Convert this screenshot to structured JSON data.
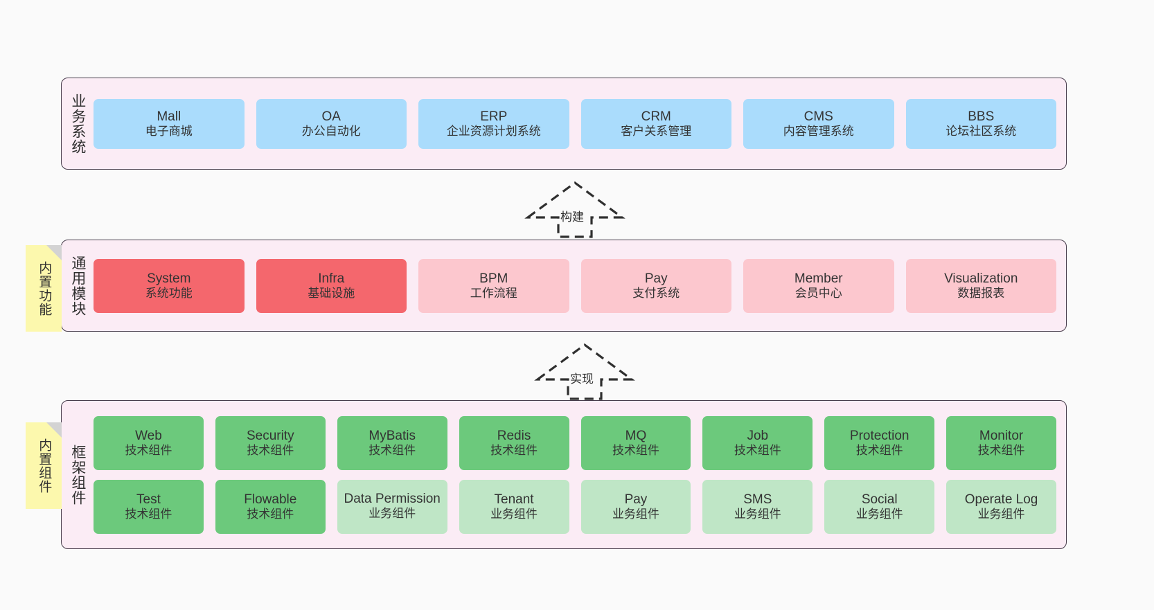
{
  "diagram": {
    "background": "#fafafa",
    "layer_bg": "#fbecf5",
    "layer_border": "#463b4a",
    "note_bg": "#fcf8ad",
    "colors": {
      "business_system": "#aadcfc",
      "core_module": "#f4676d",
      "optional_module": "#fcc7ce",
      "tech_component": "#6cc97c",
      "business_component": "#bfe6c6"
    }
  },
  "layers": {
    "business": {
      "title": "业务系统",
      "cards": [
        {
          "name": "Mall",
          "desc": "电子商城"
        },
        {
          "name": "OA",
          "desc": "办公自动化"
        },
        {
          "name": "ERP",
          "desc": "企业资源计划系统"
        },
        {
          "name": "CRM",
          "desc": "客户关系管理"
        },
        {
          "name": "CMS",
          "desc": "内容管理系统"
        },
        {
          "name": "BBS",
          "desc": "论坛社区系统"
        }
      ]
    },
    "common": {
      "title": "通用模块",
      "note": "内置功能",
      "cards": [
        {
          "name": "System",
          "desc": "系统功能"
        },
        {
          "name": "Infra",
          "desc": "基础设施"
        },
        {
          "name": "BPM",
          "desc": "工作流程"
        },
        {
          "name": "Pay",
          "desc": "支付系统"
        },
        {
          "name": "Member",
          "desc": "会员中心"
        },
        {
          "name": "Visualization",
          "desc": "数据报表"
        }
      ]
    },
    "framework": {
      "title": "框架组件",
      "note": "内置组件",
      "row1": [
        {
          "name": "Web",
          "desc": "技术组件"
        },
        {
          "name": "Security",
          "desc": "技术组件"
        },
        {
          "name": "MyBatis",
          "desc": "技术组件"
        },
        {
          "name": "Redis",
          "desc": "技术组件"
        },
        {
          "name": "MQ",
          "desc": "技术组件"
        },
        {
          "name": "Job",
          "desc": "技术组件"
        },
        {
          "name": "Protection",
          "desc": "技术组件"
        },
        {
          "name": "Monitor",
          "desc": "技术组件"
        }
      ],
      "row2": [
        {
          "name": "Test",
          "desc": "技术组件"
        },
        {
          "name": "Flowable",
          "desc": "技术组件"
        },
        {
          "name": "Data Permission",
          "desc": "业务组件"
        },
        {
          "name": "Tenant",
          "desc": "业务组件"
        },
        {
          "name": "Pay",
          "desc": "业务组件"
        },
        {
          "name": "SMS",
          "desc": "业务组件"
        },
        {
          "name": "Social",
          "desc": "业务组件"
        },
        {
          "name": "Operate Log",
          "desc": "业务组件"
        }
      ]
    }
  },
  "arrows": {
    "build": "构建",
    "implement": "实现"
  }
}
